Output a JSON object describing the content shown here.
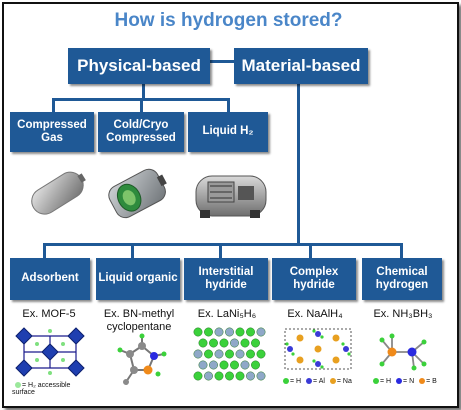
{
  "title": "How is hydrogen stored?",
  "top_categories": {
    "physical": "Physical-based",
    "material": "Material-based"
  },
  "physical": [
    {
      "label": "Compressed Gas"
    },
    {
      "label": "Cold/Cryo Compressed"
    },
    {
      "label": "Liquid H₂"
    }
  ],
  "material": [
    {
      "label": "Adsorbent",
      "example": "Ex. MOF-5"
    },
    {
      "label": "Liquid organic",
      "example": "Ex. BN-methyl cyclopentane"
    },
    {
      "label": "Interstitial hydride",
      "example": "Ex. LaNi₅H₆"
    },
    {
      "label": "Complex hydride",
      "example": "Ex. NaAlH₄"
    },
    {
      "label": "Chemical hydrogen",
      "example": "Ex. NH₃BH₃"
    }
  ],
  "legends": {
    "mof": "= H₂ accessible surface",
    "complex": [
      "= H",
      "= Al",
      "= Na"
    ],
    "chemical": [
      "= H",
      "= N",
      "= B"
    ]
  },
  "colors": {
    "box": "#1f5996",
    "title": "#4a86c8",
    "hydrogen": "#3bd13b",
    "aluminum": "#3a3ad6",
    "sodium": "#e8a020",
    "nitrogen": "#2a2ae0",
    "boron": "#f08a1a"
  }
}
